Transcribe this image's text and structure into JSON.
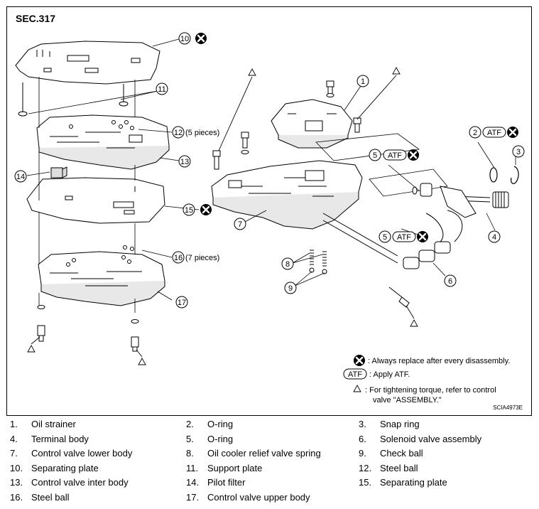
{
  "section": "SEC.317",
  "drawing_code": "SCIA4973E",
  "callouts": [
    {
      "num": "1"
    },
    {
      "num": "2"
    },
    {
      "num": "3"
    },
    {
      "num": "4"
    },
    {
      "num": "5"
    },
    {
      "num": "5"
    },
    {
      "num": "6"
    },
    {
      "num": "7"
    },
    {
      "num": "8"
    },
    {
      "num": "9"
    },
    {
      "num": "10"
    },
    {
      "num": "11"
    },
    {
      "num": "12",
      "qty": "(5 pieces)"
    },
    {
      "num": "13"
    },
    {
      "num": "14"
    },
    {
      "num": "15"
    },
    {
      "num": "16",
      "qty": "(7  pieces)"
    },
    {
      "num": "17"
    }
  ],
  "atf_label": "ATF",
  "notes": {
    "replace": ": Always replace after every disassembly.",
    "atf": ": Apply ATF.",
    "torque_line1": ": For tightening torque, refer to control",
    "torque_line2": "valve \"ASSEMBLY.\""
  },
  "legend": [
    {
      "num": "1.",
      "label": "Oil strainer"
    },
    {
      "num": "2.",
      "label": "O-ring"
    },
    {
      "num": "3.",
      "label": "Snap ring"
    },
    {
      "num": "4.",
      "label": "Terminal body"
    },
    {
      "num": "5.",
      "label": "O-ring"
    },
    {
      "num": "6.",
      "label": "Solenoid valve assembly"
    },
    {
      "num": "7.",
      "label": "Control valve lower body"
    },
    {
      "num": "8.",
      "label": "Oil cooler relief valve spring"
    },
    {
      "num": "9.",
      "label": "Check ball"
    },
    {
      "num": "10.",
      "label": "Separating plate"
    },
    {
      "num": "11.",
      "label": "Support plate"
    },
    {
      "num": "12.",
      "label": "Steel ball"
    },
    {
      "num": "13.",
      "label": "Control valve inter body"
    },
    {
      "num": "14.",
      "label": "Pilot filter"
    },
    {
      "num": "15.",
      "label": "Separating plate"
    },
    {
      "num": "16.",
      "label": "Steel ball"
    },
    {
      "num": "17.",
      "label": "Control valve upper body"
    }
  ]
}
